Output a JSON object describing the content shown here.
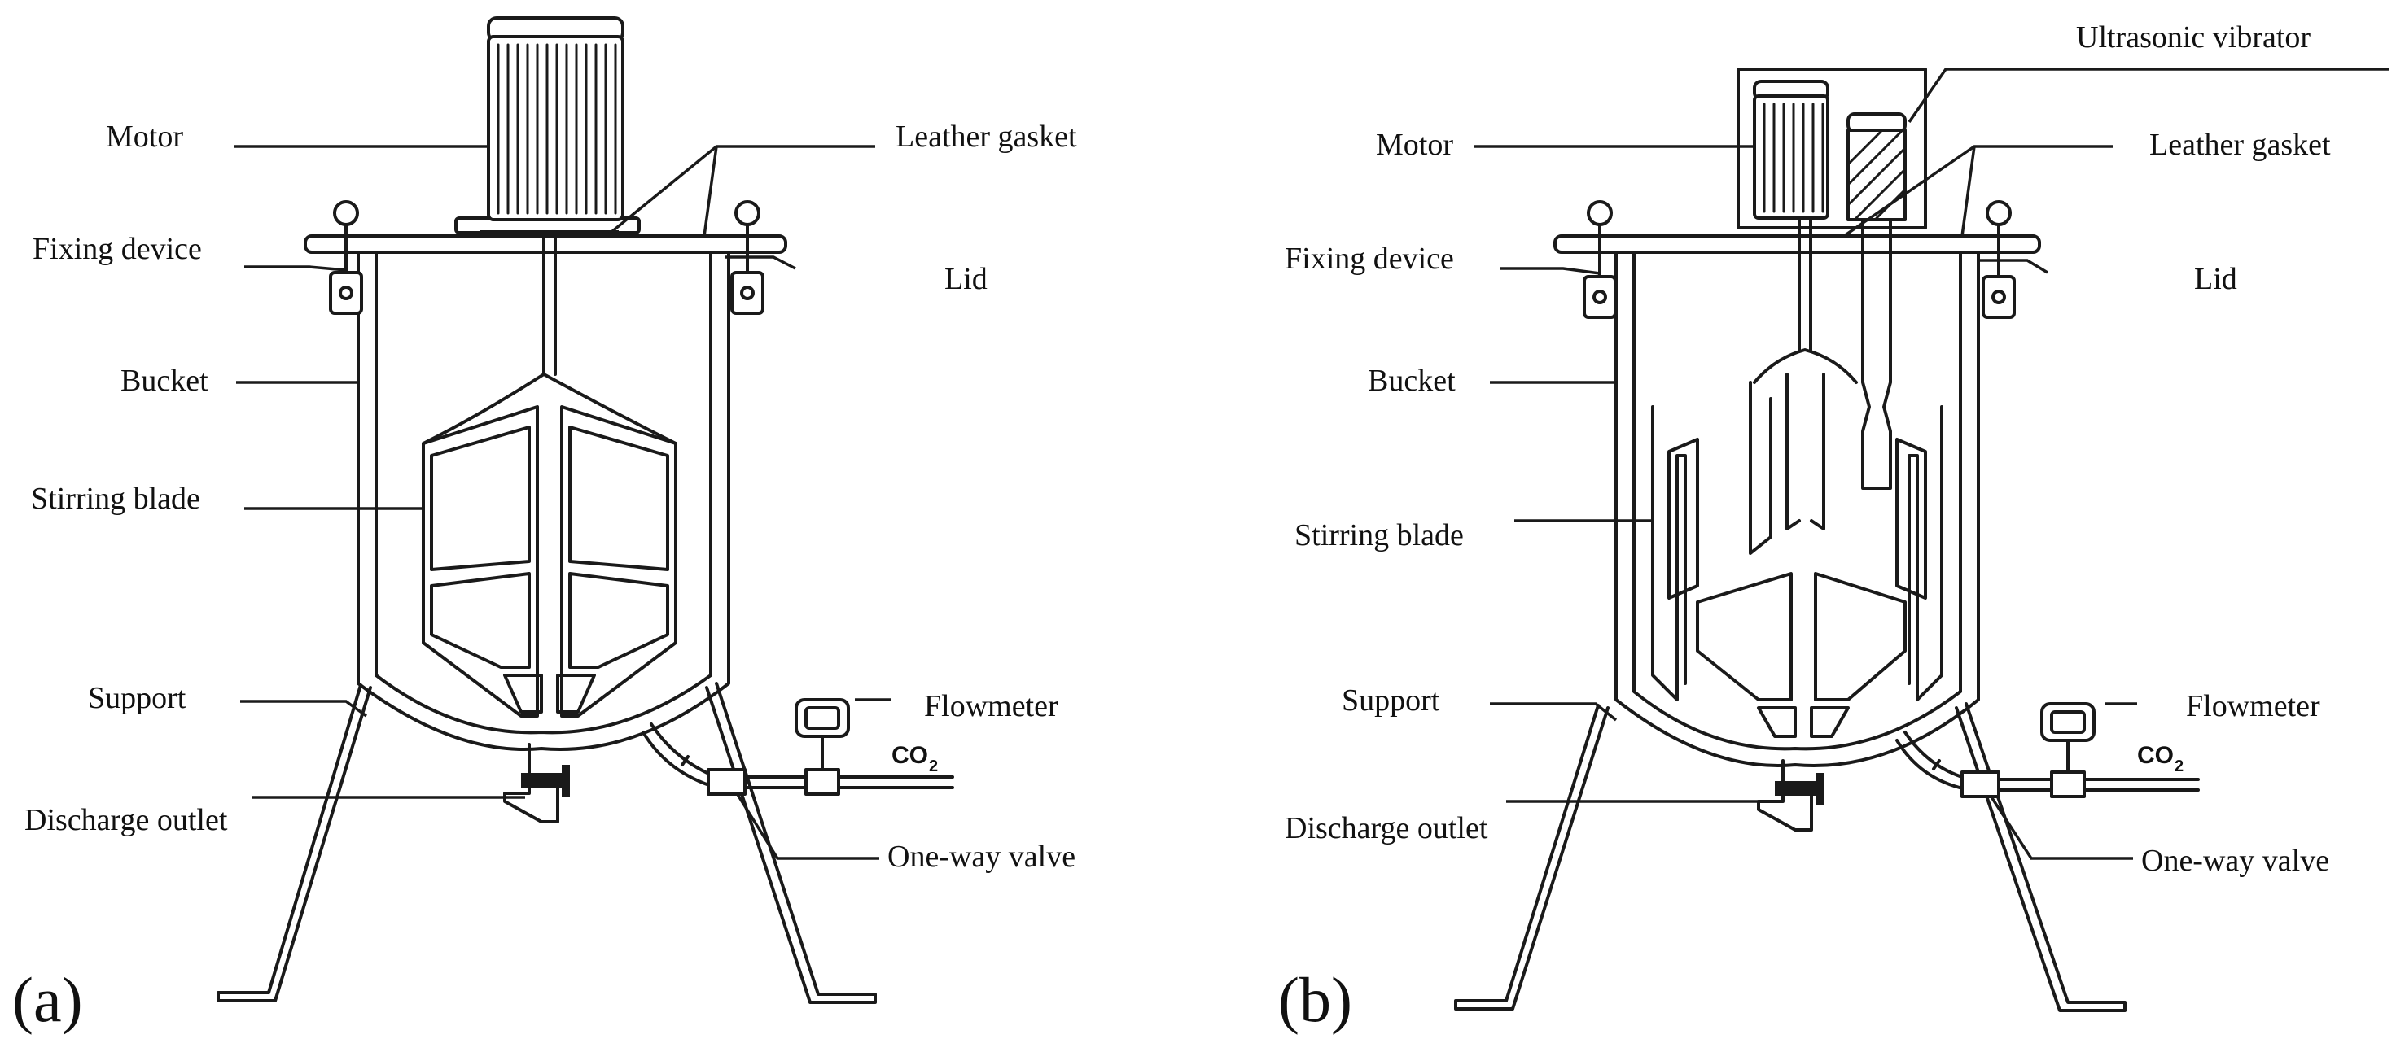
{
  "figure": {
    "panel_a": {
      "letter": "(a)",
      "labels": {
        "motor": "Motor",
        "leather_gasket": "Leather gasket",
        "fixing_device": "Fixing device",
        "lid": "Lid",
        "bucket": "Bucket",
        "stirring_blade": "Stirring blade",
        "support": "Support",
        "flowmeter": "Flowmeter",
        "co2": "CO",
        "co2_sub": "2",
        "discharge_outlet": "Discharge outlet",
        "one_way_valve": "One-way valve"
      }
    },
    "panel_b": {
      "letter": "(b)",
      "labels": {
        "ultrasonic_vibrator": "Ultrasonic vibrator",
        "motor": "Motor",
        "leather_gasket": "Leather gasket",
        "fixing_device": "Fixing device",
        "lid": "Lid",
        "bucket": "Bucket",
        "stirring_blade": "Stirring blade",
        "support": "Support",
        "flowmeter": "Flowmeter",
        "co2": "CO",
        "co2_sub": "2",
        "discharge_outlet": "Discharge outlet",
        "one_way_valve": "One-way valve"
      }
    }
  }
}
